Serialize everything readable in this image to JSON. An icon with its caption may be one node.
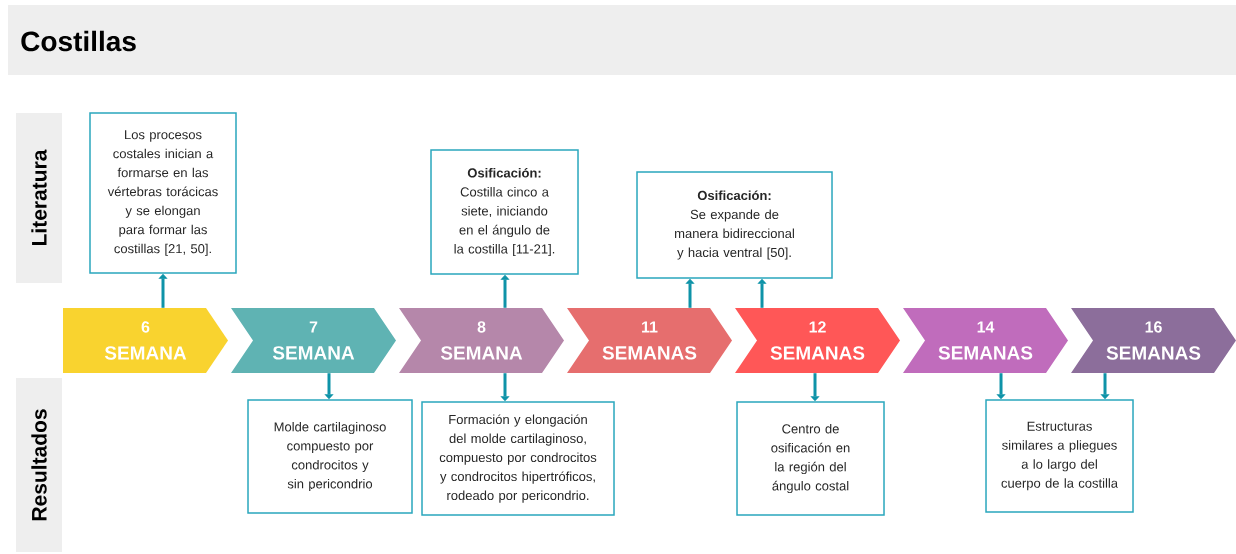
{
  "diagram": {
    "title": "Costillas",
    "nodes": [
      {
        "text": [
          "Literatura"
        ]
      },
      {
        "text": [
          "Resultados"
        ]
      },
      {
        "text": [
          "6",
          "SEMANA"
        ]
      },
      {
        "text": [
          "7",
          "SEMANA"
        ]
      },
      {
        "text": [
          "8",
          "SEMANA"
        ]
      },
      {
        "text": [
          "11",
          "SEMANAS"
        ]
      },
      {
        "text": [
          "12",
          "SEMANAS"
        ]
      },
      {
        "text": [
          "14",
          "SEMANAS"
        ]
      },
      {
        "text": [
          "16",
          "SEMANAS"
        ]
      },
      {
        "text": [
          "Los procesos costales inician a formarse en las vértebras torácicas y se elongan para formar las costillas [21, 50]."
        ]
      },
      {
        "text": [
          "Osificación:",
          "Costilla cinco a siete, iniciando en el ángulo de la costilla [11-21]."
        ]
      },
      {
        "text": [
          "Osificación:",
          "Se expande de manera bidireccional y hacia ventral [50]."
        ]
      },
      {
        "text": [
          "Molde cartilaginoso compuesto por condrocitos y sin pericondrio"
        ]
      },
      {
        "text": [
          "Formación y elongación del molde cartilaginoso, compuesto por condrocitos y condrocitos hipertróficos, rodeado por pericondrio."
        ]
      },
      {
        "text": [
          "Centro de osificación en la región del ángulo costal"
        ]
      },
      {
        "text": [
          "Estructuras similares a pliegues a lo largo del cuerpo de la costilla"
        ]
      }
    ],
    "edges": [
      {
        "from": 2,
        "to": 9,
        "arrow": "to"
      },
      {
        "from": 4,
        "to": 10,
        "arrow": "to"
      },
      {
        "from": 5,
        "to": 11,
        "arrow": "to"
      },
      {
        "from": 6,
        "to": 11,
        "arrow": "to"
      },
      {
        "from": 3,
        "to": 12,
        "arrow": "to"
      },
      {
        "from": 4,
        "to": 13,
        "arrow": "to"
      },
      {
        "from": 6,
        "to": 14,
        "arrow": "to"
      },
      {
        "from": 7,
        "to": 15,
        "arrow": "to"
      },
      {
        "from": 8,
        "to": 15,
        "arrow": "to"
      }
    ]
  }
}
